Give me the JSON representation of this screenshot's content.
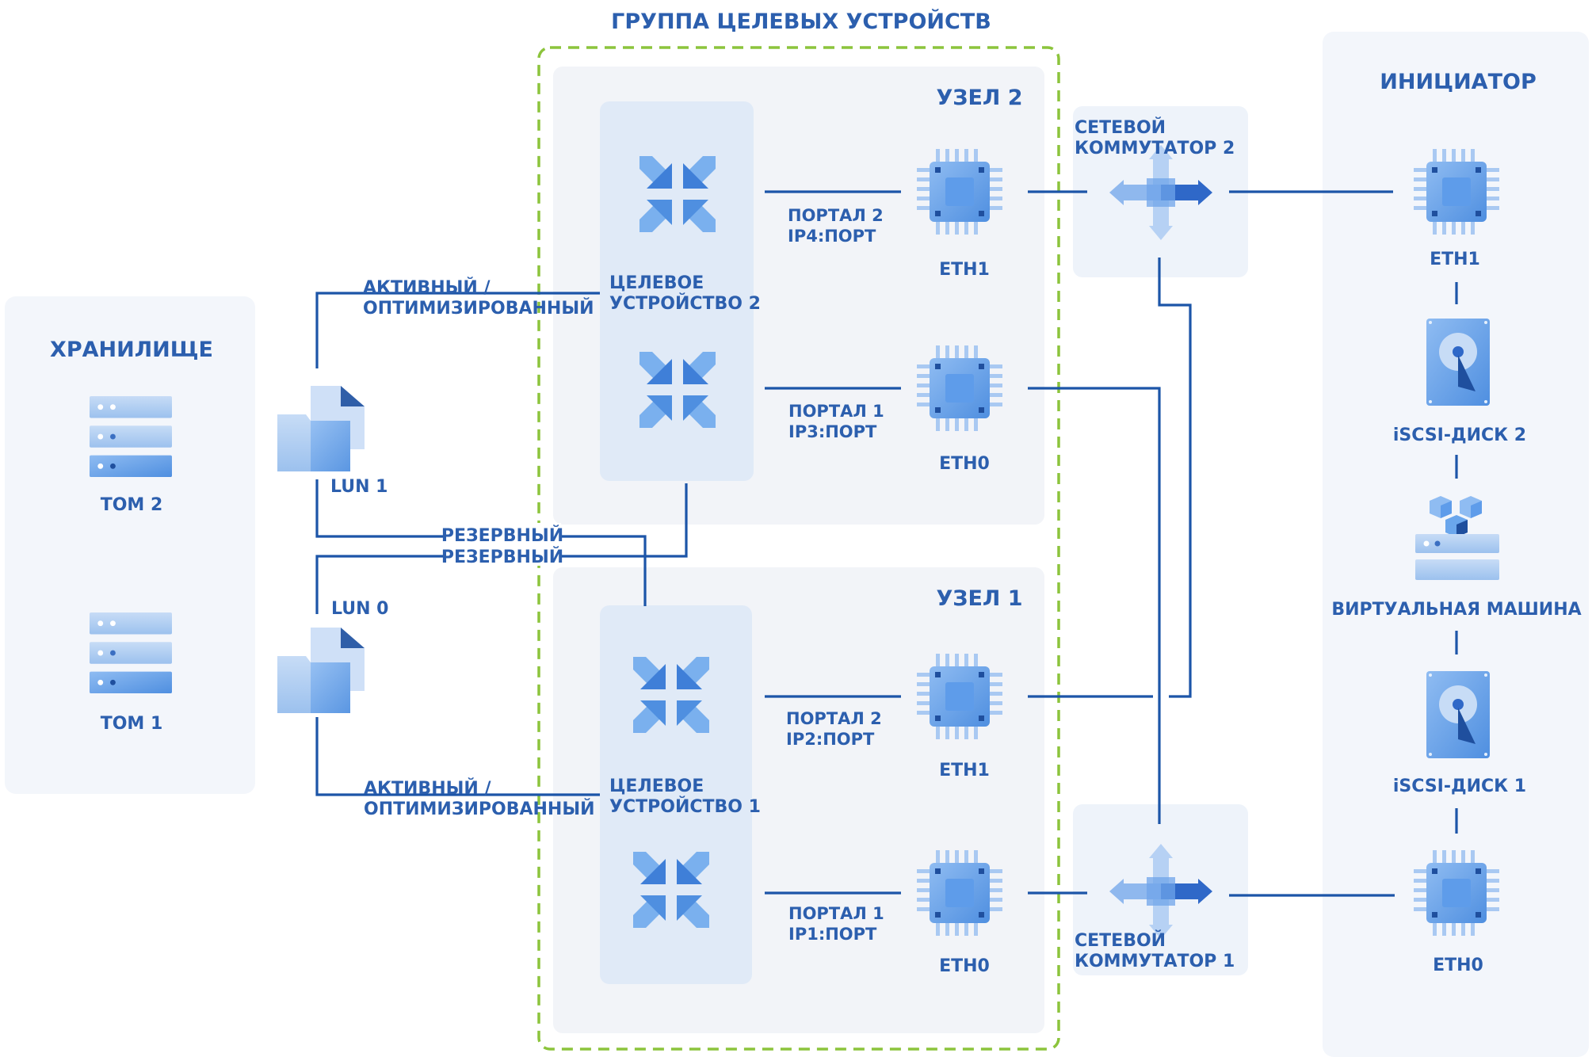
{
  "title": "ГРУППА ЦЕЛЕВЫХ УСТРОЙСТВ",
  "storage": {
    "title": "ХРАНИЛИЩЕ",
    "volumes": [
      "ТОМ 2",
      "ТОМ 1"
    ]
  },
  "luns": [
    "LUN 1",
    "LUN 0"
  ],
  "paths": {
    "active": [
      "АКТИВНЫЙ /",
      "ОПТИМИЗИРОВАННЫЙ"
    ],
    "standby": "РЕЗЕРВНЫЙ"
  },
  "nodes": [
    {
      "title": "УЗЕЛ 2",
      "target": [
        "ЦЕЛЕВОЕ",
        "УСТРОЙСТВО 2"
      ],
      "portals": [
        {
          "lines": [
            "ПОРТАЛ 2",
            "IP4:ПОРТ"
          ],
          "nic": "ETH1"
        },
        {
          "lines": [
            "ПОРТАЛ 1",
            "IP3:ПОРТ"
          ],
          "nic": "ETH0"
        }
      ]
    },
    {
      "title": "УЗЕЛ 1",
      "target": [
        "ЦЕЛЕВОЕ",
        "УСТРОЙСТВО 1"
      ],
      "portals": [
        {
          "lines": [
            "ПОРТАЛ 2",
            "IP2:ПОРТ"
          ],
          "nic": "ETH1"
        },
        {
          "lines": [
            "ПОРТАЛ 1",
            "IP1:ПОРТ"
          ],
          "nic": "ETH0"
        }
      ]
    }
  ],
  "switches": [
    [
      "СЕТЕВОЙ",
      "КОММУТАТОР 2"
    ],
    [
      "СЕТЕВОЙ",
      "КОММУТАТОР 1"
    ]
  ],
  "initiator": {
    "title": "ИНИЦИАТОР",
    "items": [
      "ETH1",
      "iSCSI-ДИСК 2",
      "ВИРТУАЛЬНАЯ МАШИНА",
      "iSCSI-ДИСК 1",
      "ETH0"
    ]
  },
  "colors": {
    "accent": "#2c5fae",
    "wire": "#1c55a8",
    "group_border": "#8cc43c",
    "icon_blue": "#5b9ee8"
  },
  "icons": [
    "server-icon",
    "folder-files-icon",
    "target-arrows-icon",
    "chip-icon",
    "switch-arrows-icon",
    "hard-disk-icon",
    "virtual-machine-icon"
  ]
}
